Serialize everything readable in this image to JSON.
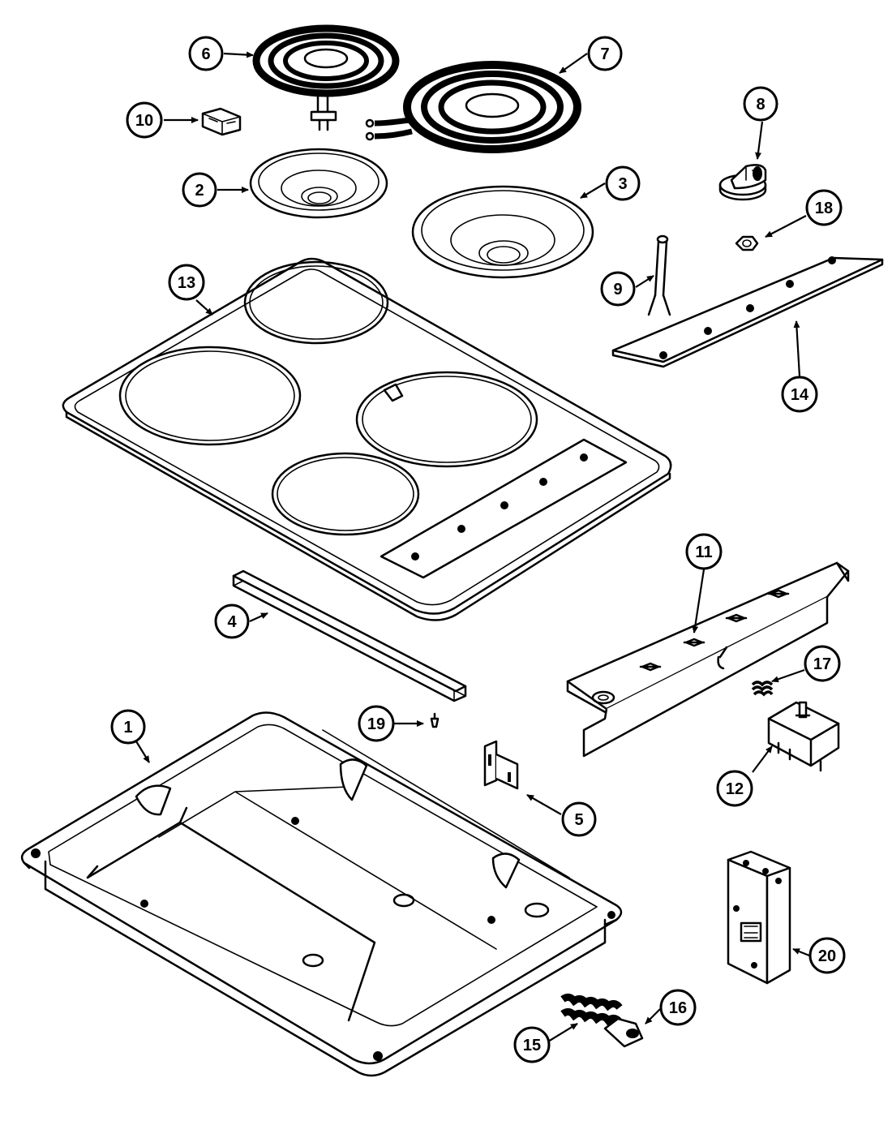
{
  "callouts": [
    {
      "id": "6",
      "label": "6"
    },
    {
      "id": "7",
      "label": "7"
    },
    {
      "id": "10",
      "label": "10"
    },
    {
      "id": "8",
      "label": "8"
    },
    {
      "id": "2",
      "label": "2"
    },
    {
      "id": "3",
      "label": "3"
    },
    {
      "id": "18",
      "label": "18"
    },
    {
      "id": "13",
      "label": "13"
    },
    {
      "id": "9",
      "label": "9"
    },
    {
      "id": "14",
      "label": "14"
    },
    {
      "id": "11",
      "label": "11"
    },
    {
      "id": "4",
      "label": "4"
    },
    {
      "id": "17",
      "label": "17"
    },
    {
      "id": "1",
      "label": "1"
    },
    {
      "id": "19",
      "label": "19"
    },
    {
      "id": "5",
      "label": "5"
    },
    {
      "id": "12",
      "label": "12"
    },
    {
      "id": "20",
      "label": "20"
    },
    {
      "id": "16",
      "label": "16"
    },
    {
      "id": "15",
      "label": "15"
    }
  ],
  "colors": {
    "ink": "#000000",
    "paper": "#ffffff"
  }
}
